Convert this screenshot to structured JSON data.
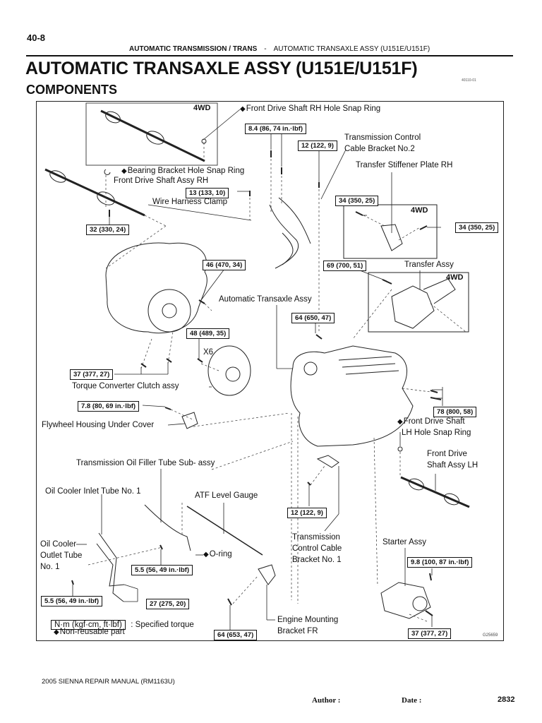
{
  "header": {
    "page_number": "40-8",
    "section": "AUTOMATIC TRANSMISSION / TRANS",
    "separator": "-",
    "subsection": "AUTOMATIC TRANSAXLE ASSY (U151E/U151F)",
    "title": "AUTOMATIC TRANSAXLE ASSY (U151E/U151F)",
    "subtitle": "COMPONENTS",
    "doc_code": "40110-01"
  },
  "diagram": {
    "figure_id": "G25659",
    "variant_tag": "4WD",
    "non_reusable_marker": "◆",
    "labels": {
      "front_drive_shaft_rh_hole_snap_ring": "Front Drive Shaft RH Hole Snap Ring",
      "bearing_bracket_hole_snap_ring": "Bearing Bracket Hole Snap Ring",
      "front_drive_shaft_assy_rh": "Front Drive Shaft Assy RH",
      "wire_harness_clamp": "Wire Harness Clamp",
      "transmission_control_cable_bracket_no2_line1": "Transmission Control",
      "transmission_control_cable_bracket_no2_line2": "Cable Bracket No.2",
      "transfer_stiffener_plate_rh": "Transfer Stiffener Plate RH",
      "transfer_assy": "Transfer Assy",
      "automatic_transaxle_assy": "Automatic Transaxle Assy",
      "x6": "X6",
      "torque_converter_clutch_assy": "Torque Converter Clutch assy",
      "flywheel_housing_under_cover": "Flywheel Housing Under Cover",
      "front_drive_shaft_lh_hole_snap_ring_line1": "Front Drive Shaft",
      "front_drive_shaft_lh_hole_snap_ring_line2": "LH Hole Snap Ring",
      "front_drive_shaft_assy_lh_line1": "Front Drive",
      "front_drive_shaft_assy_lh_line2": "Shaft Assy LH",
      "transmission_oil_filler_tube": "Transmission Oil Filler Tube Sub- assy",
      "oil_cooler_inlet_tube": "Oil Cooler Inlet Tube No. 1",
      "atf_level_gauge": "ATF Level Gauge",
      "oil_cooler_outlet_tube_line1": "Oil Cooler",
      "oil_cooler_outlet_tube_line2": "Outlet Tube",
      "oil_cooler_outlet_tube_line3": "No. 1",
      "o_ring": "O-ring",
      "transmission_control_cable_bracket_no1_line1": "Transmission",
      "transmission_control_cable_bracket_no1_line2": "Control  Cable",
      "transmission_control_cable_bracket_no1_line3": "Bracket No. 1",
      "starter_assy": "Starter Assy",
      "engine_mounting_bracket_fr_line1": "Engine Mounting",
      "engine_mounting_bracket_fr_line2": "Bracket FR"
    },
    "torques": {
      "t_8_4": "8.4 (86, 74 in.·lbf)",
      "t_12_top": "12 (122, 9)",
      "t_13": "13 (133, 10)",
      "t_32": "32 (330, 24)",
      "t_34_left": "34 (350, 25)",
      "t_34_right": "34 (350, 25)",
      "t_46": "46 (470, 34)",
      "t_69": "69 (700, 51)",
      "t_64_top": "64 (650, 47)",
      "t_48": "48 (489, 35)",
      "t_37_left": "37 (377, 27)",
      "t_7_8": "7.8 (80, 69 in.·lbf)",
      "t_78": "78 (800, 58)",
      "t_12_bottom": "12 (122, 9)",
      "t_5_5_mid": "5.5 (56, 49 in.·lbf)",
      "t_9_8": "9.8 (100, 87 in.·lbf)",
      "t_5_5_left": "5.5 (56, 49 in.·lbf)",
      "t_27": "27 (275, 20)",
      "t_64_bottom": "64 (653, 47)",
      "t_37_bottom": "37 (377, 27)"
    },
    "legend": {
      "torque_units": "N·m (kgf·cm, ft·lbf)",
      "torque_desc": ": Specified torque",
      "non_reusable": "Non-reusable  part"
    }
  },
  "footer": {
    "manual": "2005 SIENNA REPAIR MANUAL   (RM1163U)",
    "author_label": "Author :",
    "date_label": "Date :",
    "page": "2832"
  }
}
